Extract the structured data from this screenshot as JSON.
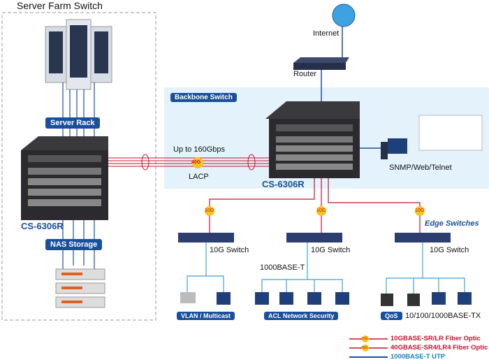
{
  "title": "Server Farm Switch",
  "labels": {
    "server_rack": "Server Rack",
    "nas_storage": "NAS Storage",
    "backbone": "Backbone Switch",
    "internet": "Internet",
    "router": "Router",
    "bandwidth": "Up to 160Gbps",
    "lacp": "LACP",
    "snmp": "SNMP/Web/Telnet",
    "edge": "Edge Switches",
    "base_t": "1000BASE-T",
    "tx": "10/100/1000BASE-TX"
  },
  "models": {
    "left": "CS-6306R",
    "center": "CS-6306R"
  },
  "link_badges": {
    "g40": "40G",
    "g10": "10G"
  },
  "switches": [
    "10G Switch",
    "10G Switch",
    "10G Switch"
  ],
  "features": [
    "VLAN / Multicast",
    "ACL Network Security",
    "QoS"
  ],
  "legend": [
    {
      "label": "10GBASE-SR/LR Fiber Optic",
      "badge": "10G",
      "color": "#c8102e"
    },
    {
      "label": "40GBASE-SR4/LR4 Fiber Optic",
      "badge": "40G",
      "color": "#c8102e"
    },
    {
      "label": "1000BASE-T UTP",
      "color": "#1a4f9c"
    }
  ],
  "colors": {
    "accent": "#1a4f9c",
    "fiber": "#c8102e",
    "backbone_bg": "#e3f2fb"
  }
}
